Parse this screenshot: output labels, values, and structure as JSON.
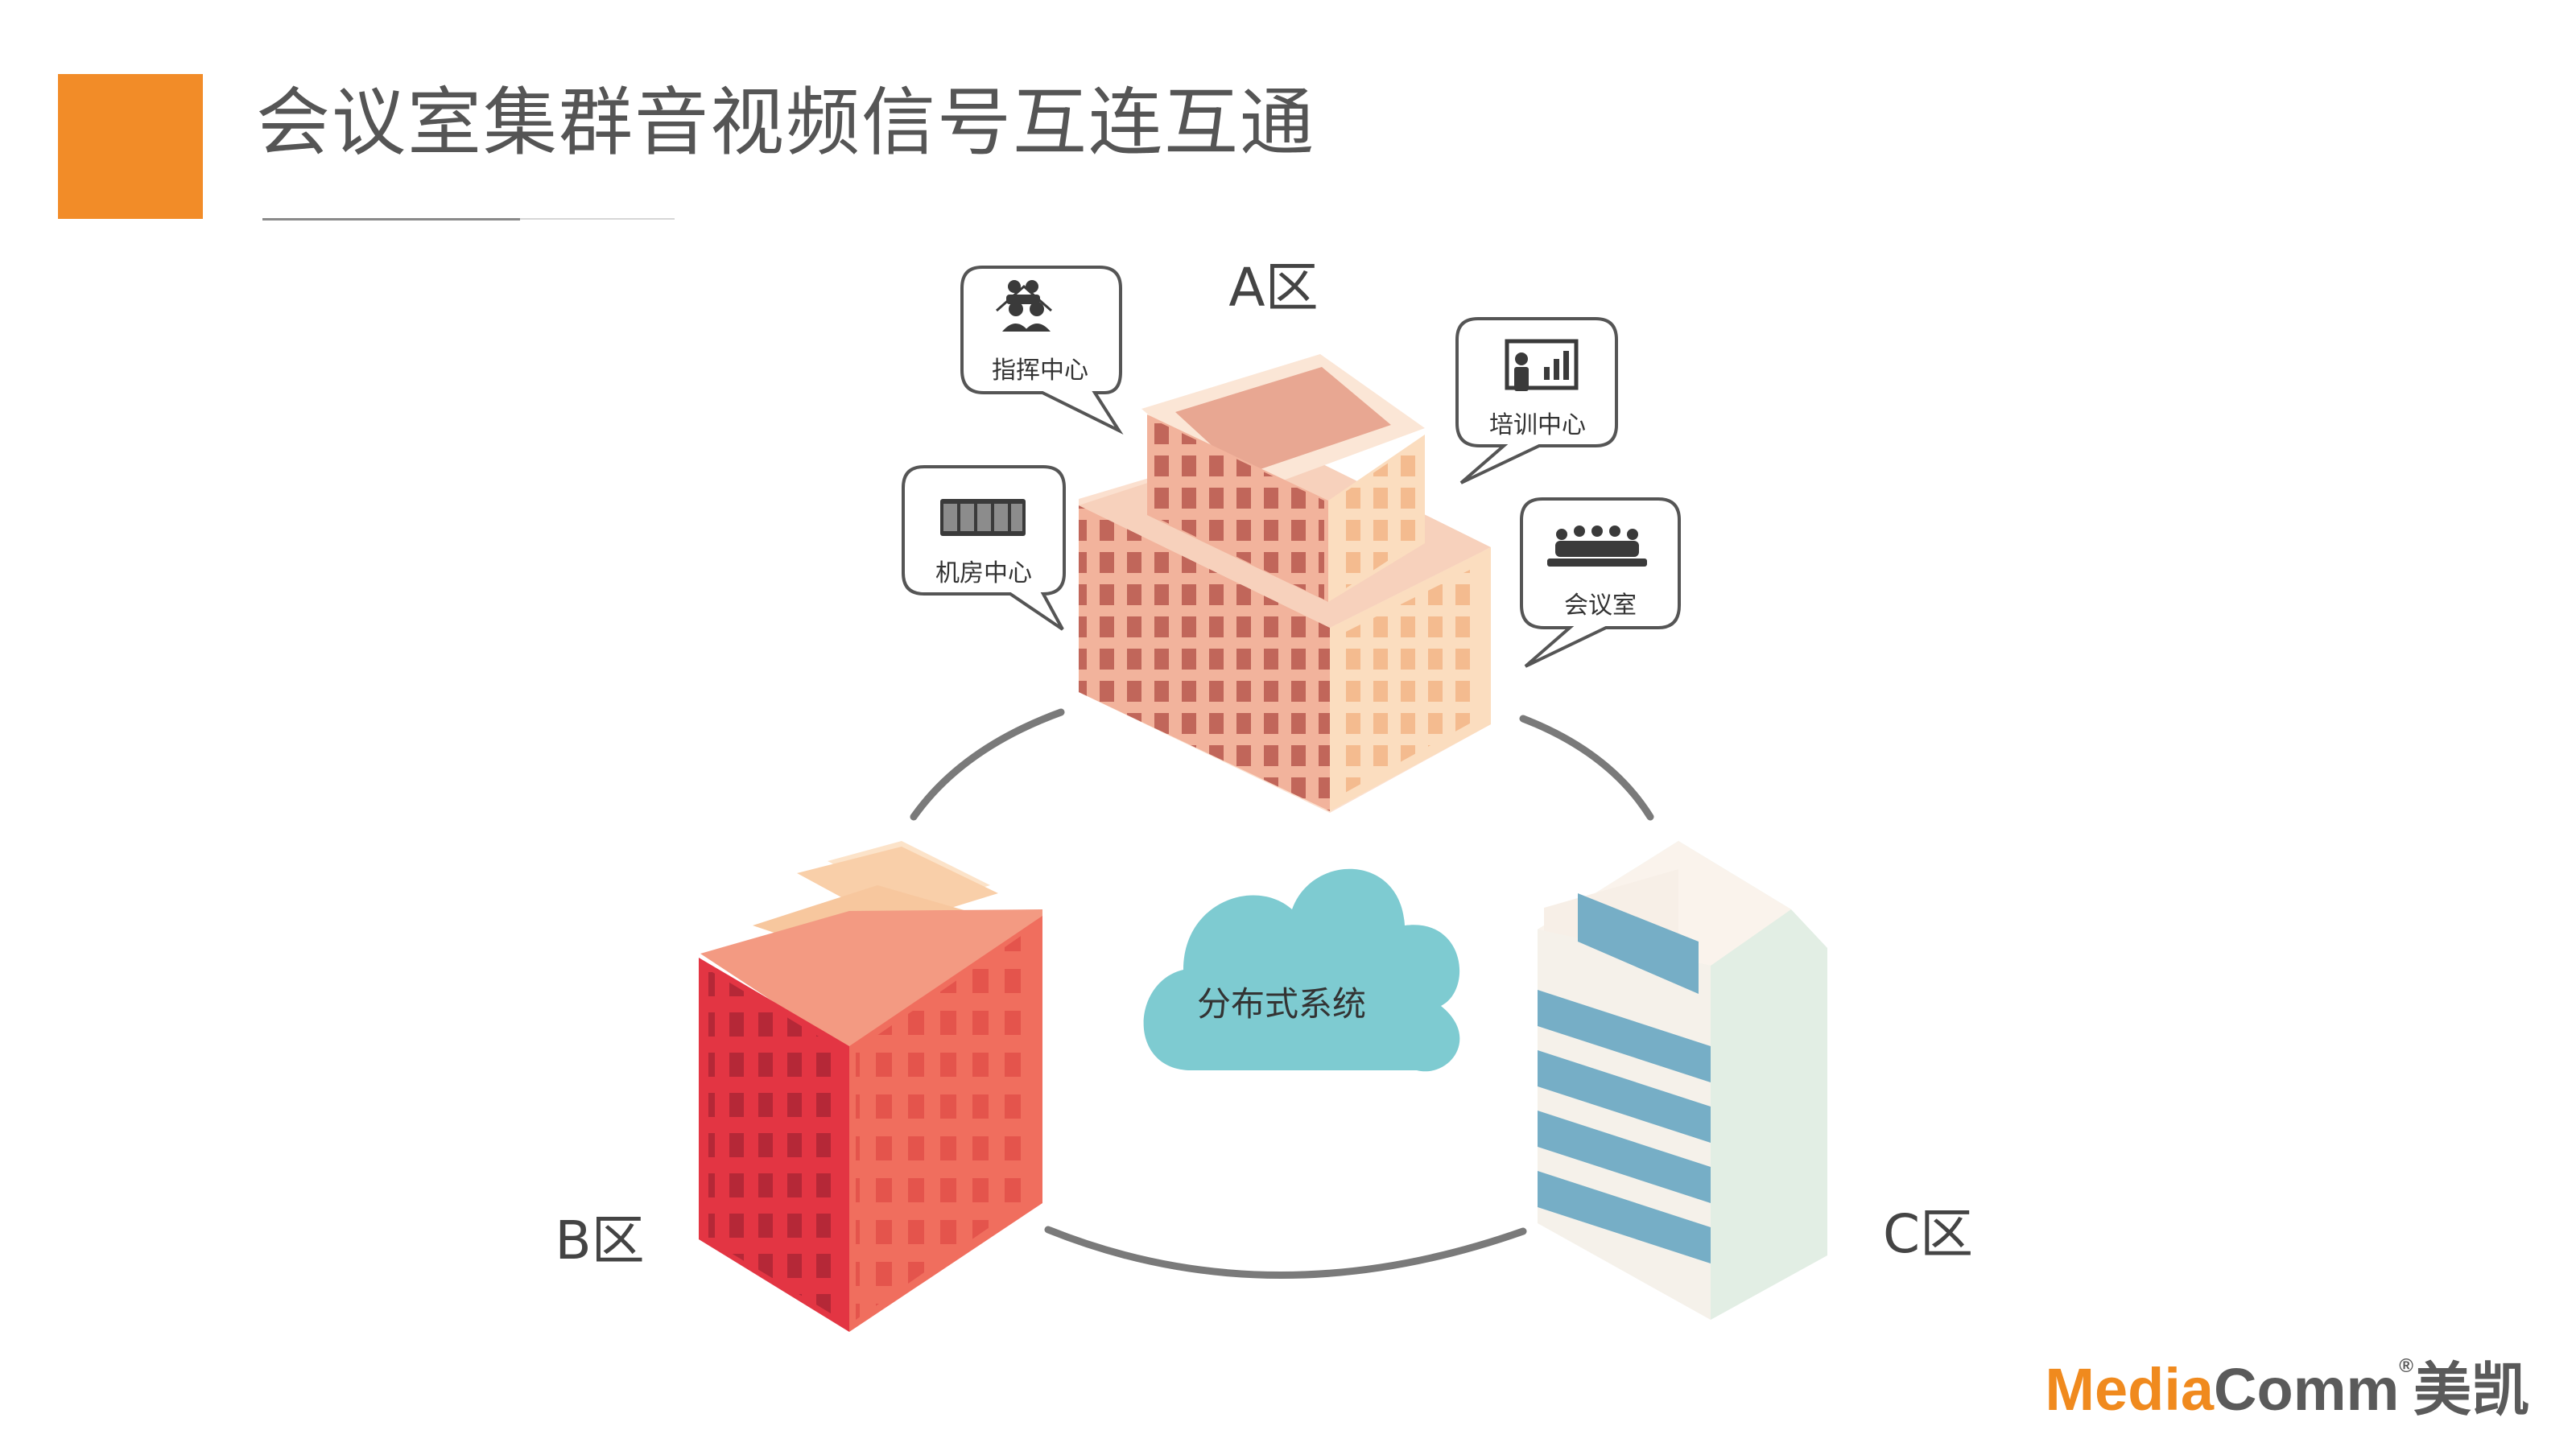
{
  "slide": {
    "title": "会议室集群音视频信号互连互通"
  },
  "zones": {
    "a": "A区",
    "b": "B区",
    "c": "C区"
  },
  "bubbles": {
    "command_center": "指挥中心",
    "training_center": "培训中心",
    "server_room": "机房中心",
    "meeting_room": "会议室"
  },
  "cloud": {
    "label": "分布式系统"
  },
  "logo": {
    "media": "Media",
    "comm": "Comm",
    "reg": "®",
    "cn": "美凯"
  },
  "colors": {
    "accent": "#F28C28",
    "cloud": "#7ECBD1",
    "building_a": "#F4B9A4",
    "building_b": "#E8364A",
    "building_c": "#6FA7C1",
    "ring": "#777777"
  }
}
